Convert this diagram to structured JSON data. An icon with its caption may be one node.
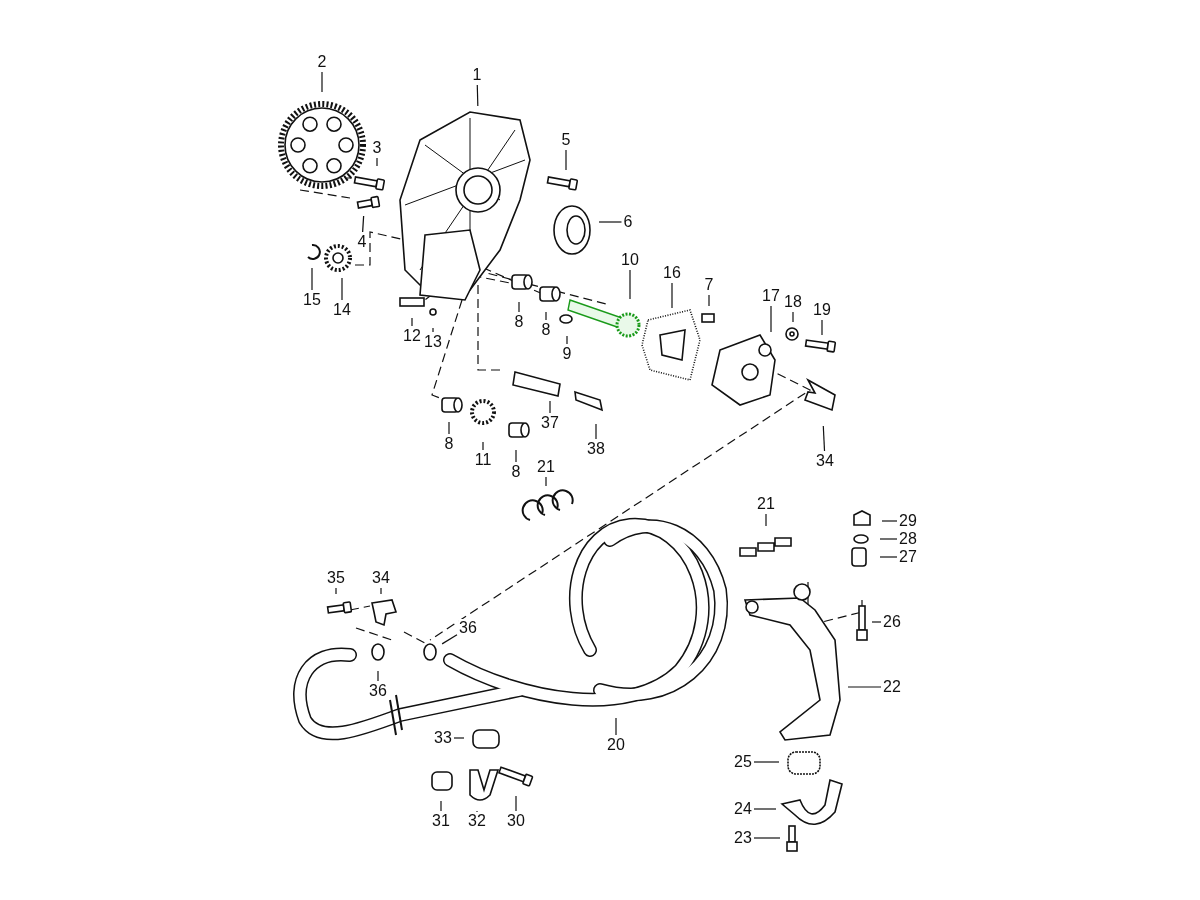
{
  "diagram": {
    "nodes": [
      {
        "text": [
          "2"
        ]
      },
      {
        "text": [
          "1"
        ]
      },
      {
        "text": [
          "5"
        ]
      },
      {
        "text": [
          "3"
        ]
      },
      {
        "text": [
          "4"
        ]
      },
      {
        "text": [
          "6"
        ]
      },
      {
        "text": [
          "10"
        ]
      },
      {
        "text": [
          "16"
        ]
      },
      {
        "text": [
          "7"
        ]
      },
      {
        "text": [
          "17"
        ]
      },
      {
        "text": [
          "15"
        ]
      },
      {
        "text": [
          "14"
        ]
      },
      {
        "text": [
          "18"
        ]
      },
      {
        "text": [
          "19"
        ]
      },
      {
        "text": [
          "8"
        ]
      },
      {
        "text": [
          "8"
        ]
      },
      {
        "text": [
          "12"
        ]
      },
      {
        "text": [
          "13"
        ]
      },
      {
        "text": [
          "9"
        ]
      },
      {
        "text": [
          "37"
        ]
      },
      {
        "text": [
          "8"
        ]
      },
      {
        "text": [
          "38"
        ]
      },
      {
        "text": [
          "11"
        ]
      },
      {
        "text": [
          "34"
        ]
      },
      {
        "text": [
          "21"
        ]
      },
      {
        "text": [
          "8"
        ]
      },
      {
        "text": [
          "21"
        ]
      },
      {
        "text": [
          "29"
        ]
      },
      {
        "text": [
          "28"
        ]
      },
      {
        "text": [
          "27"
        ]
      },
      {
        "text": [
          "35"
        ]
      },
      {
        "text": [
          "34"
        ]
      },
      {
        "text": [
          "26"
        ]
      },
      {
        "text": [
          "36"
        ]
      },
      {
        "text": [
          "22"
        ]
      },
      {
        "text": [
          "36"
        ]
      },
      {
        "text": [
          "33"
        ]
      },
      {
        "text": [
          "20"
        ]
      },
      {
        "text": [
          "25"
        ]
      },
      {
        "text": [
          "24"
        ]
      },
      {
        "text": [
          "31"
        ]
      },
      {
        "text": [
          "32"
        ]
      },
      {
        "text": [
          "30"
        ]
      },
      {
        "text": [
          "23"
        ]
      }
    ],
    "edges": [
      {
        "from": 0,
        "to": null,
        "arrow": "none"
      },
      {
        "from": 1,
        "to": null,
        "arrow": "none"
      },
      {
        "from": 2,
        "to": null,
        "arrow": "none"
      },
      {
        "from": 3,
        "to": null,
        "arrow": "none"
      },
      {
        "from": 4,
        "to": null,
        "arrow": "none"
      },
      {
        "from": 5,
        "to": null,
        "arrow": "none"
      },
      {
        "from": 6,
        "to": null,
        "arrow": "none"
      },
      {
        "from": 7,
        "to": null,
        "arrow": "none"
      },
      {
        "from": 8,
        "to": null,
        "arrow": "none"
      },
      {
        "from": 9,
        "to": null,
        "arrow": "none"
      },
      {
        "from": 10,
        "to": null,
        "arrow": "none"
      },
      {
        "from": 11,
        "to": null,
        "arrow": "none"
      },
      {
        "from": 12,
        "to": null,
        "arrow": "none"
      },
      {
        "from": 13,
        "to": null,
        "arrow": "none"
      },
      {
        "from": 14,
        "to": null,
        "arrow": "none"
      },
      {
        "from": 15,
        "to": null,
        "arrow": "none"
      },
      {
        "from": 16,
        "to": null,
        "arrow": "none"
      },
      {
        "from": 17,
        "to": null,
        "arrow": "none"
      },
      {
        "from": 18,
        "to": null,
        "arrow": "none"
      },
      {
        "from": 19,
        "to": null,
        "arrow": "none"
      },
      {
        "from": 20,
        "to": null,
        "arrow": "none"
      },
      {
        "from": 21,
        "to": null,
        "arrow": "none"
      },
      {
        "from": 22,
        "to": null,
        "arrow": "none"
      },
      {
        "from": 23,
        "to": null,
        "arrow": "none"
      },
      {
        "from": 24,
        "to": null,
        "arrow": "none"
      },
      {
        "from": 25,
        "to": null,
        "arrow": "none"
      },
      {
        "from": 26,
        "to": null,
        "arrow": "none"
      },
      {
        "from": 27,
        "to": null,
        "arrow": "none"
      },
      {
        "from": 28,
        "to": null,
        "arrow": "none"
      },
      {
        "from": 29,
        "to": null,
        "arrow": "none"
      },
      {
        "from": 30,
        "to": null,
        "arrow": "none"
      },
      {
        "from": 31,
        "to": null,
        "arrow": "none"
      },
      {
        "from": 32,
        "to": null,
        "arrow": "none"
      },
      {
        "from": 33,
        "to": null,
        "arrow": "none"
      },
      {
        "from": 34,
        "to": null,
        "arrow": "none"
      },
      {
        "from": 35,
        "to": null,
        "arrow": "none"
      },
      {
        "from": 36,
        "to": null,
        "arrow": "none"
      },
      {
        "from": 37,
        "to": null,
        "arrow": "none"
      },
      {
        "from": 38,
        "to": null,
        "arrow": "none"
      },
      {
        "from": 39,
        "to": null,
        "arrow": "none"
      },
      {
        "from": 40,
        "to": null,
        "arrow": "none"
      },
      {
        "from": 41,
        "to": null,
        "arrow": "none"
      },
      {
        "from": 42,
        "to": null,
        "arrow": "none"
      },
      {
        "from": 43,
        "to": null,
        "arrow": "none"
      }
    ]
  }
}
